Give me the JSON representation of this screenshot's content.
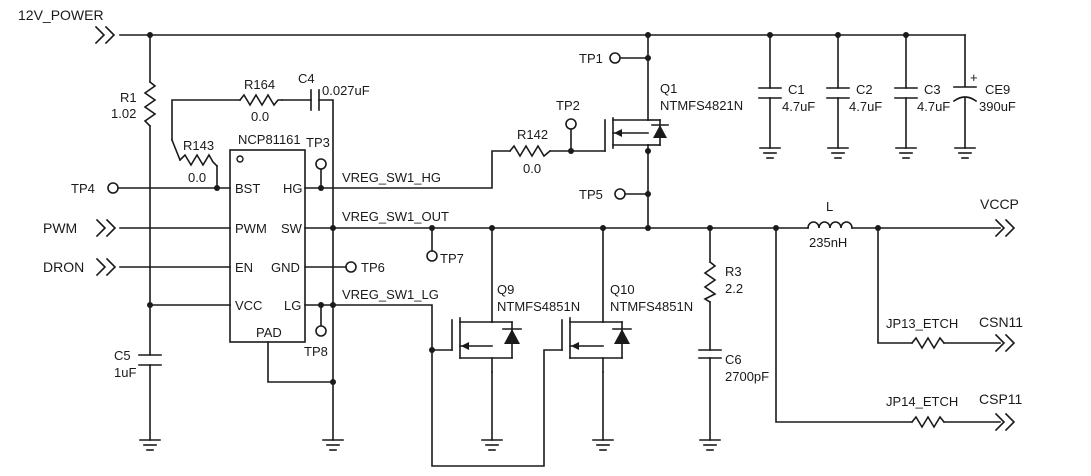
{
  "nets": {
    "power": "12V_POWER",
    "vccp": "VCCP",
    "pwm": "PWM",
    "dron": "DRON",
    "hg": "VREG_SW1_HG",
    "out": "VREG_SW1_OUT",
    "lg": "VREG_SW1_LG",
    "csn": "CSN11",
    "csp": "CSP11"
  },
  "ic": {
    "name": "NCP81161",
    "pins": {
      "bst": "BST",
      "pwm": "PWM",
      "en": "EN",
      "vcc": "VCC",
      "hg": "HG",
      "sw": "SW",
      "gnd": "GND",
      "lg": "LG",
      "pad": "PAD"
    }
  },
  "parts": {
    "R1": {
      "ref": "R1",
      "value": "1.02"
    },
    "R164": {
      "ref": "R164",
      "value": "0.0"
    },
    "C4": {
      "ref": "C4",
      "value": "0.027uF"
    },
    "R143": {
      "ref": "R143",
      "value": "0.0"
    },
    "R142": {
      "ref": "R142",
      "value": "0.0"
    },
    "Q1": {
      "ref": "Q1",
      "value": "NTMFS4821N"
    },
    "Q9": {
      "ref": "Q9",
      "value": "NTMFS4851N"
    },
    "Q10": {
      "ref": "Q10",
      "value": "NTMFS4851N"
    },
    "C1": {
      "ref": "C1",
      "value": "4.7uF"
    },
    "C2": {
      "ref": "C2",
      "value": "4.7uF"
    },
    "C3": {
      "ref": "C3",
      "value": "4.7uF"
    },
    "CE9": {
      "ref": "CE9",
      "value": "390uF",
      "polarity": "+"
    },
    "L": {
      "ref": "L",
      "value": "235nH"
    },
    "R3": {
      "ref": "R3",
      "value": "2.2"
    },
    "C6": {
      "ref": "C6",
      "value": "2700pF"
    },
    "C5": {
      "ref": "C5",
      "value": "1uF"
    },
    "JP13": {
      "ref": "JP13_ETCH"
    },
    "JP14": {
      "ref": "JP14_ETCH"
    }
  },
  "testpoints": {
    "tp1": "TP1",
    "tp2": "TP2",
    "tp3": "TP3",
    "tp4": "TP4",
    "tp5": "TP5",
    "tp6": "TP6",
    "tp7": "TP7",
    "tp8": "TP8"
  }
}
